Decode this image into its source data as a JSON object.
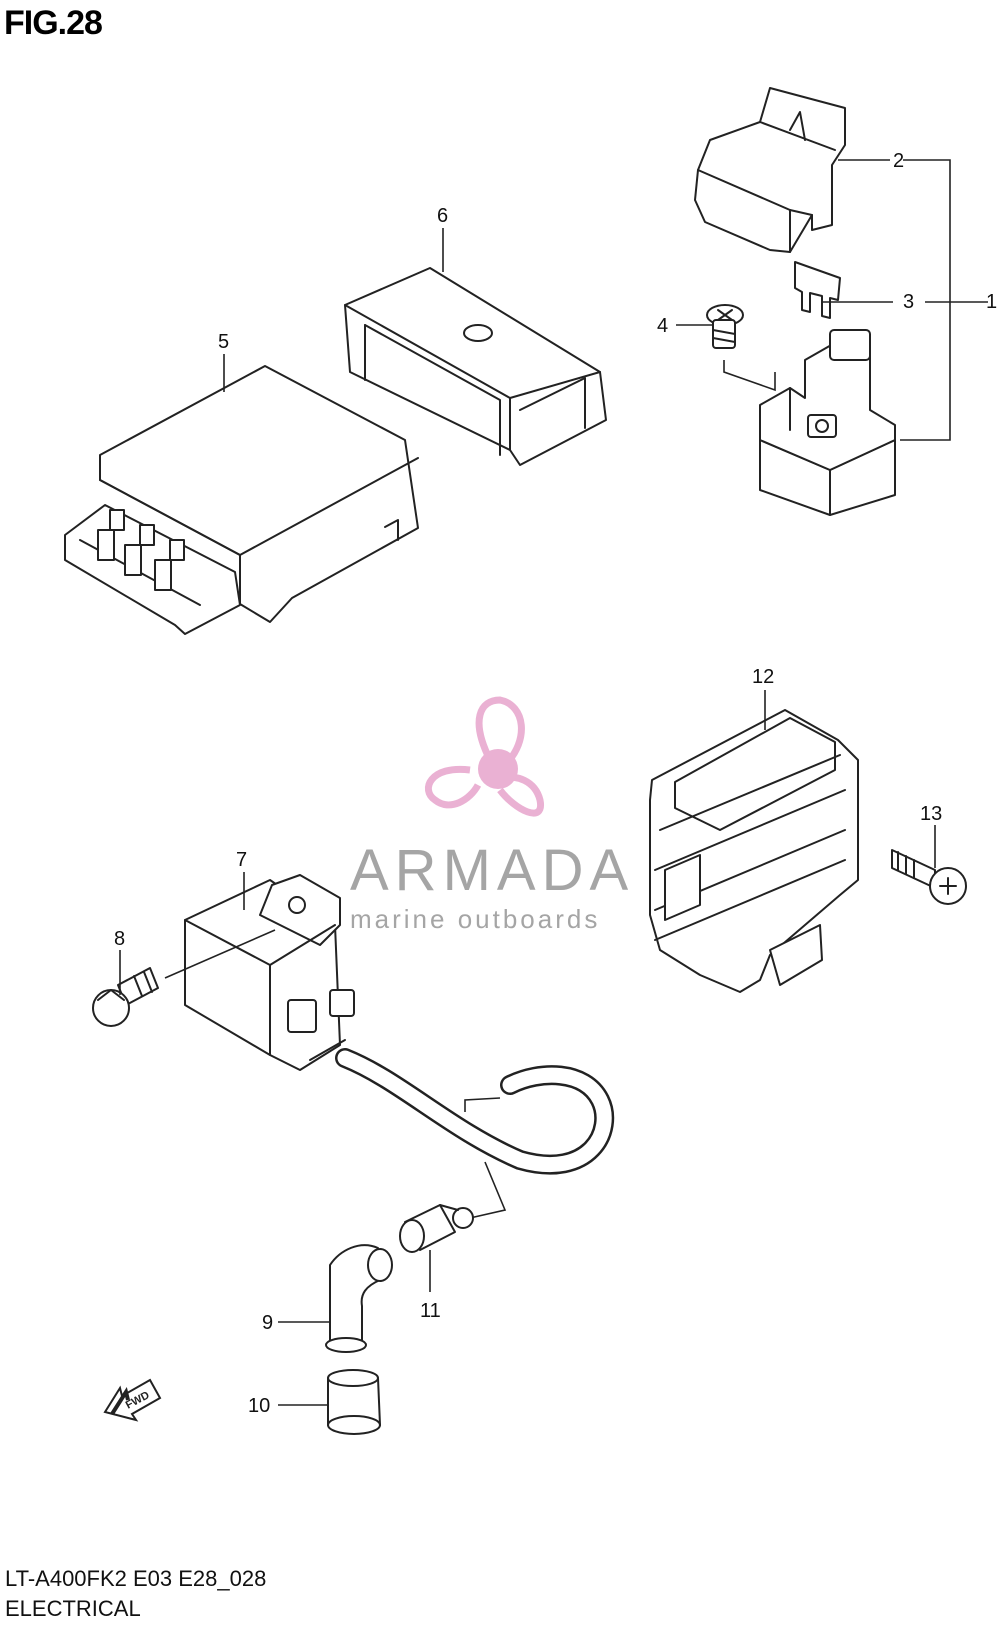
{
  "figure_title": "FIG.28",
  "footer": {
    "model_code": "LT-A400FK2 E03 E28_028",
    "section": "ELECTRICAL"
  },
  "callouts": {
    "c1": "1",
    "c2": "2",
    "c3": "3",
    "c4": "4",
    "c5": "5",
    "c6": "6",
    "c7": "7",
    "c8": "8",
    "c9": "9",
    "c10": "10",
    "c11": "11",
    "c12": "12",
    "c13": "13"
  },
  "watermark": {
    "brand": "ARMADA",
    "tagline": "marine outboards",
    "color": "#e8a9cf"
  },
  "fwd_arrow": {
    "label": "FWD"
  }
}
